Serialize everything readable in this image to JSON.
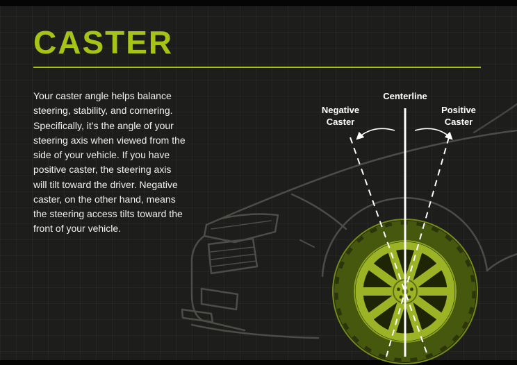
{
  "header": {
    "title": "CASTER"
  },
  "body": {
    "description": "Your caster angle helps balance steering, stability, and cornering. Specifically, it’s the angle of your steering axis when viewed from the side of your vehicle. If you have positive caster, the steering axis will tilt toward the driver. Negative caster, on the other hand, means the steering access tilts toward the front of your vehicle."
  },
  "diagram": {
    "labels": {
      "centerline": "Centerline",
      "negative_caster": "Negative Caster",
      "positive_caster": "Positive Caster"
    }
  },
  "colors": {
    "accent_green": "#a6c417",
    "wheel_green": "#9cb326",
    "tire_dark_green": "#46570e",
    "background_dark": "#1d1d1b",
    "car_outline_gray": "#4c4c49",
    "annotation_white": "#ffffff"
  }
}
